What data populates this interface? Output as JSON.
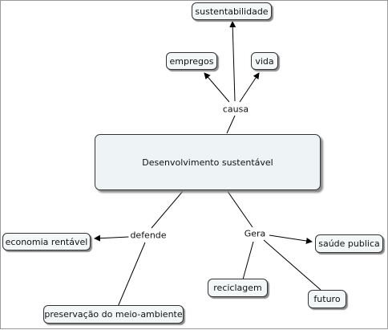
{
  "concepts": {
    "main": "Desenvolvimento sustentável",
    "sustentabilidade": "sustentabilidade",
    "empregos": "empregos",
    "vida": "vida",
    "economia": "economia rentável",
    "preservacao": "preservação do meio-ambiente",
    "saude": "saúde publica",
    "reciclagem": "reciclagem",
    "futuro": "futuro"
  },
  "linking_phrases": {
    "causa": "causa",
    "defende": "defende",
    "gera": "Gera"
  },
  "colors": {
    "node_fill": "#f3f7f8",
    "node_border": "#333333",
    "line": "#000000"
  }
}
